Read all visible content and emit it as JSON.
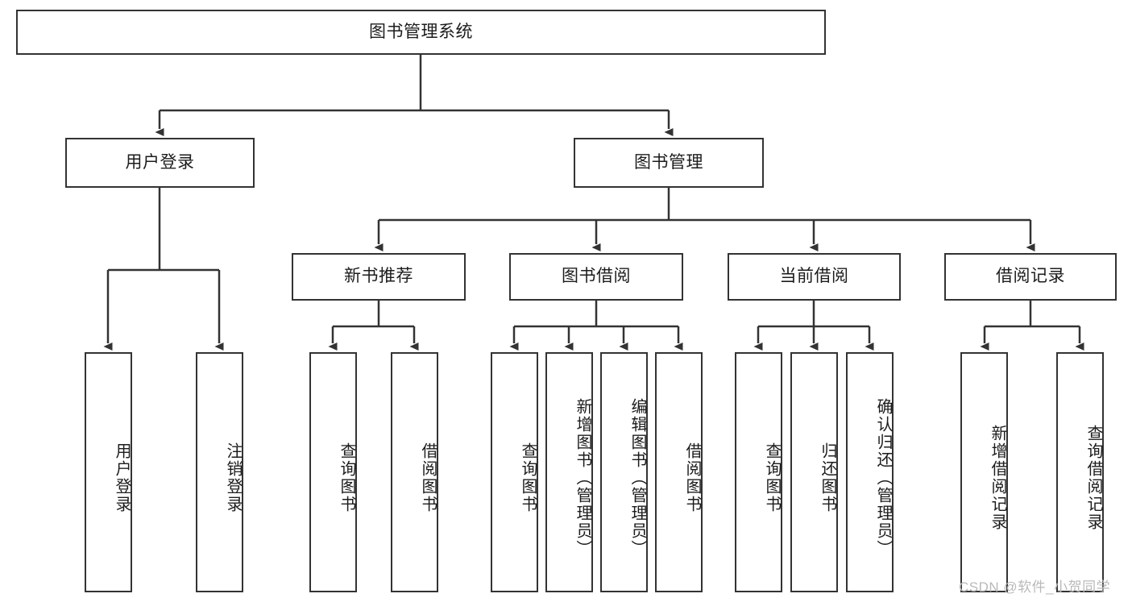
{
  "diagram": {
    "title_node": {
      "label": "图书管理系统"
    },
    "level2": [
      {
        "label": "用户登录"
      },
      {
        "label": "图书管理"
      }
    ],
    "level3": [
      {
        "label": "新书推荐"
      },
      {
        "label": "图书借阅"
      },
      {
        "label": "当前借阅"
      },
      {
        "label": "借阅记录"
      }
    ],
    "leaves": [
      {
        "label": "用户登录"
      },
      {
        "label": "注销登录"
      },
      {
        "label": "查询图书"
      },
      {
        "label": "借阅图书"
      },
      {
        "label": "查询图书"
      },
      {
        "label": "新增图书（管理员）"
      },
      {
        "label": "编辑图书（管理员）"
      },
      {
        "label": "借阅图书"
      },
      {
        "label": "查询图书"
      },
      {
        "label": "归还图书"
      },
      {
        "label": "确认归还（管理员）"
      },
      {
        "label": "新增借阅记录"
      },
      {
        "label": "查询借阅记录"
      }
    ]
  },
  "watermark": {
    "text": "CSDN @软件_小贺同学"
  },
  "colors": {
    "border": "#333333",
    "text": "#1c1c1c",
    "background": "#ffffff",
    "watermark": "#b9b9b9"
  }
}
